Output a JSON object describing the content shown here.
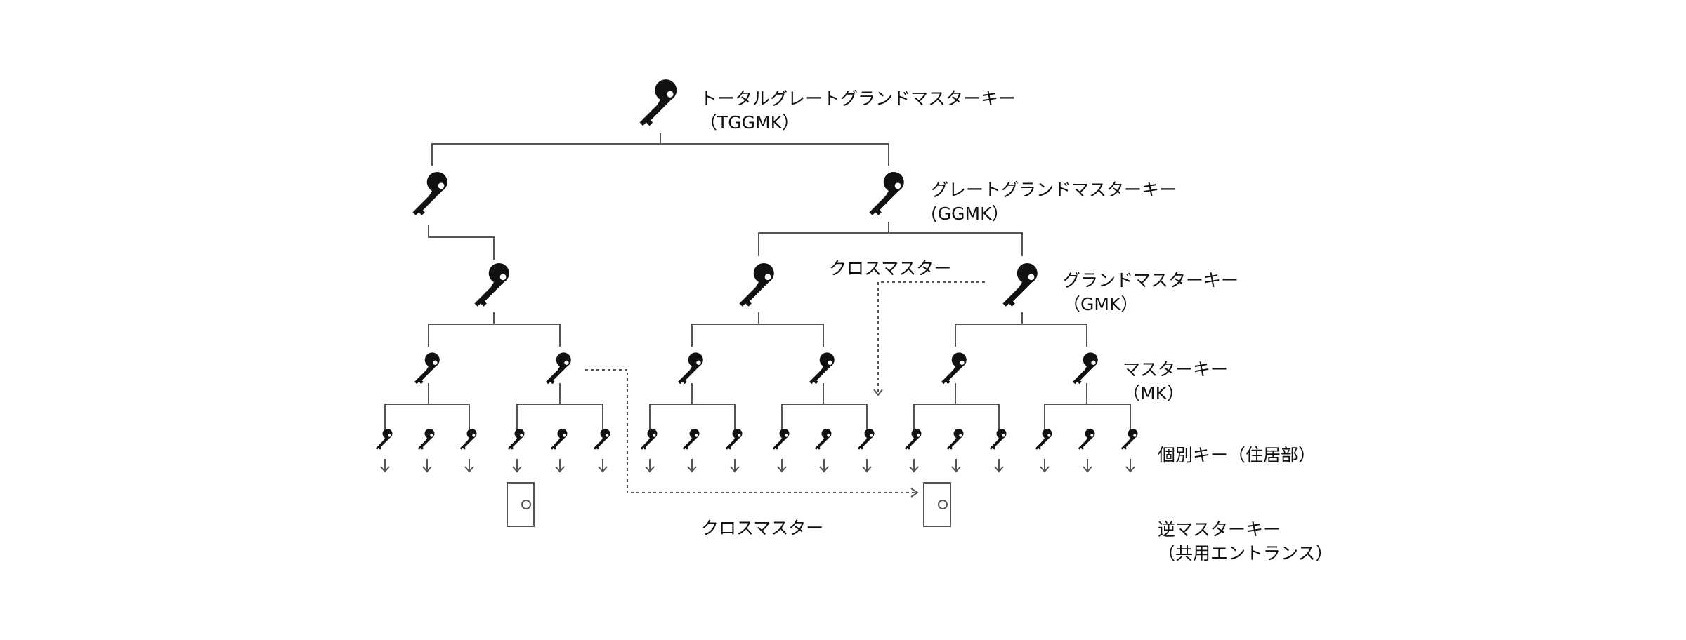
{
  "labels": {
    "tggmk": {
      "name": "トータルグレートグランドマスターキー",
      "abbr": "（TGGMK）"
    },
    "ggmk": {
      "name": "グレートグランドマスターキー",
      "abbr": "(GGMK）"
    },
    "gmk": {
      "name": "グランドマスターキー",
      "abbr": "（GMK）"
    },
    "mk": {
      "name": "マスターキー",
      "abbr": "（MK）"
    },
    "individual": "個別キー（住居部）",
    "reverse": {
      "name": "逆マスターキー",
      "abbr": "（共用エントランス）"
    },
    "cross_master_top": "クロスマスター",
    "cross_master_bottom": "クロスマスター"
  },
  "colors": {
    "line": "#555555",
    "key": "#111111",
    "text": "#111111"
  },
  "icons": {
    "key": "key-icon",
    "arrow": "down-arrow-icon",
    "door": "door-icon"
  }
}
